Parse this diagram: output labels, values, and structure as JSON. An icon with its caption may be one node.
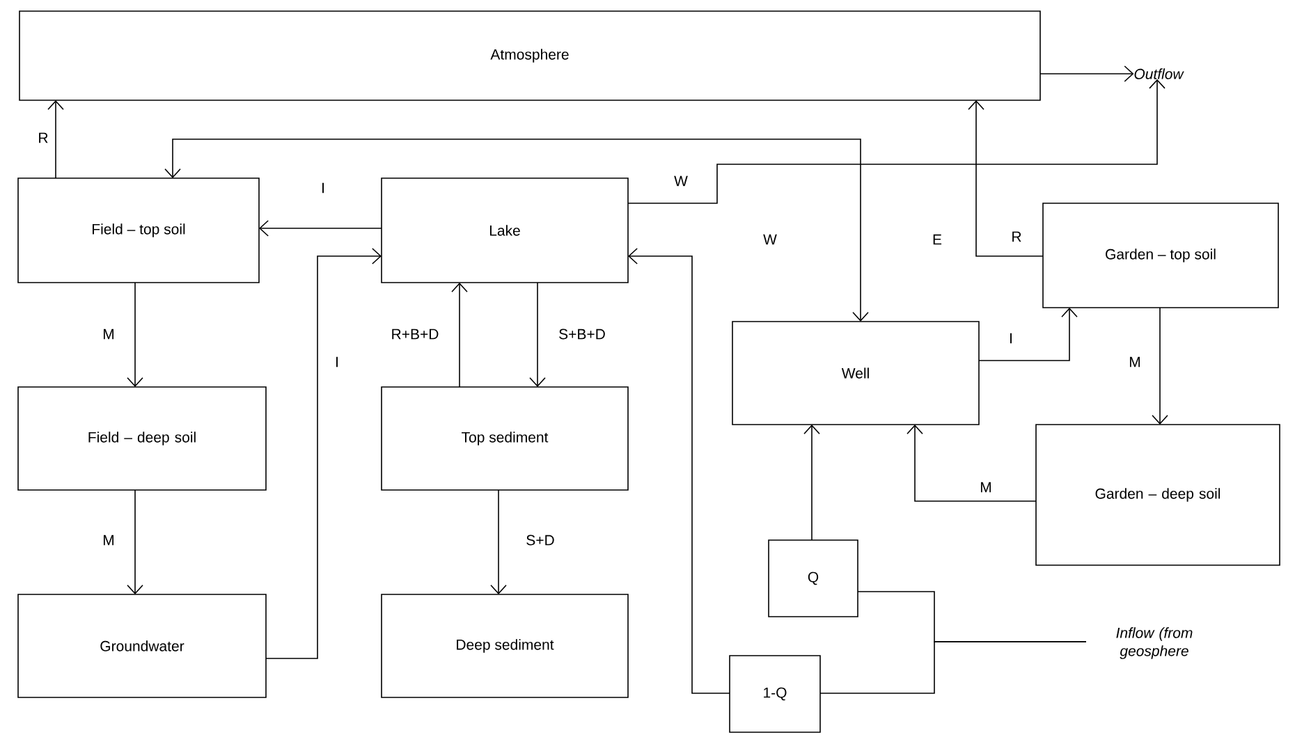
{
  "diagram": {
    "nodes": [
      {
        "text": [
          "Atmosphere"
        ]
      },
      {
        "text": [
          "Outflow"
        ]
      },
      {
        "text": [
          "Field – top soil"
        ]
      },
      {
        "text": [
          "Lake"
        ]
      },
      {
        "text": [
          "Field – deep soil"
        ]
      },
      {
        "text": [
          "Top sediment"
        ]
      },
      {
        "text": [
          "Groundwater"
        ]
      },
      {
        "text": [
          "Deep sediment"
        ]
      },
      {
        "text": [
          "Garden – top soil"
        ]
      },
      {
        "text": [
          "Well"
        ]
      },
      {
        "text": [
          "Garden – deep soil"
        ]
      },
      {
        "text": [
          "Q"
        ]
      },
      {
        "text": [
          "1-Q"
        ]
      },
      {
        "text": [
          "Inflow (from geosphere"
        ]
      }
    ],
    "edges": [
      {
        "from": 0,
        "to": 1,
        "arrow": "to"
      },
      {
        "from": 2,
        "to": 0,
        "arrow": "to",
        "label": "R"
      },
      {
        "from": 2,
        "to": 9,
        "arrow": "both"
      },
      {
        "from": 3,
        "to": 2,
        "arrow": "to",
        "label": "I"
      },
      {
        "from": 3,
        "to": 1,
        "arrow": "to",
        "label": "W"
      },
      {
        "from": 2,
        "to": 4,
        "arrow": "to",
        "label": "M"
      },
      {
        "from": 4,
        "to": 6,
        "arrow": "to",
        "label": "M"
      },
      {
        "from": 6,
        "to": 3,
        "arrow": "to",
        "label": "I"
      },
      {
        "from": 5,
        "to": 3,
        "arrow": "to",
        "label": "R+B+D"
      },
      {
        "from": 3,
        "to": 5,
        "arrow": "to",
        "label": "S+B+D"
      },
      {
        "from": 5,
        "to": 7,
        "arrow": "to",
        "label": "S+D"
      },
      {
        "from": 12,
        "to": 3,
        "arrow": "to"
      },
      {
        "from": 8,
        "to": 0,
        "arrow": "to",
        "label": "R"
      },
      {
        "from": 9,
        "to": 8,
        "arrow": "to",
        "label": "I"
      },
      {
        "from": 8,
        "to": 10,
        "arrow": "to",
        "label": "M"
      },
      {
        "from": 10,
        "to": 9,
        "arrow": "to",
        "label": "M"
      },
      {
        "from": 11,
        "to": 9,
        "arrow": "to"
      },
      {
        "from": 13,
        "to": 11,
        "arrow": "none"
      },
      {
        "from": 13,
        "to": 12,
        "arrow": "none"
      }
    ],
    "labels": [
      "W",
      "E"
    ]
  }
}
